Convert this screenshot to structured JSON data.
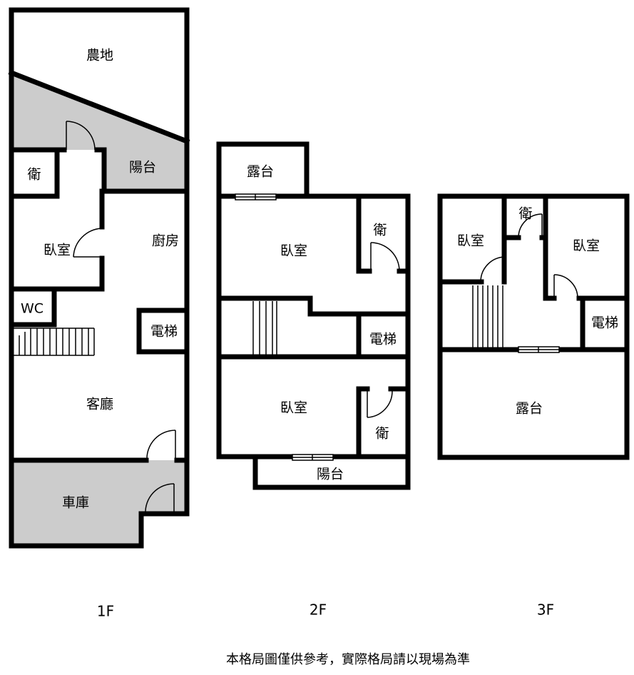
{
  "colors": {
    "wall": "#000000",
    "shaded": "#cccccc",
    "background": "#ffffff"
  },
  "floor1": {
    "label": "1F",
    "rooms": {
      "farmland": "農地",
      "balcony": "陽台",
      "bath": "衛",
      "bedroom": "臥室",
      "kitchen": "廚房",
      "wc": "WC",
      "elevator": "電梯",
      "living": "客廳",
      "garage": "車庫"
    }
  },
  "floor2": {
    "label": "2F",
    "rooms": {
      "terrace": "露台",
      "bedroom_top": "臥室",
      "bath_top": "衛",
      "elevator": "電梯",
      "bedroom_bottom": "臥室",
      "bath_bottom": "衛",
      "balcony": "陽台"
    }
  },
  "floor3": {
    "label": "3F",
    "rooms": {
      "bedroom_left": "臥室",
      "bath": "衛",
      "bedroom_right": "臥室",
      "elevator": "電梯",
      "terrace": "露台"
    }
  },
  "disclaimer": "本格局圖僅供參考，實際格局請以現場為準"
}
